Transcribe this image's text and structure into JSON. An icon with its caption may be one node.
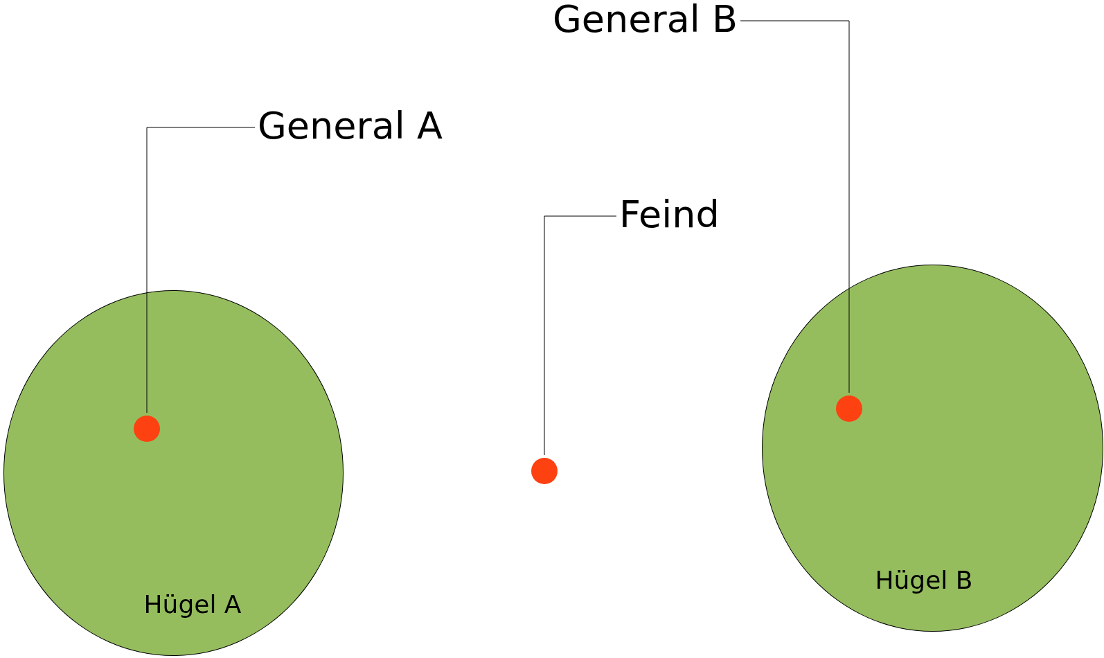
{
  "diagram": {
    "nodes": [
      {
        "text": [
          "Hügel A"
        ]
      },
      {
        "text": [],
        "shape": "circle",
        "in": 0
      },
      {
        "text": [
          "Hügel B"
        ]
      },
      {
        "text": [],
        "shape": "circle",
        "in": 2
      },
      {
        "text": [],
        "shape": "circle"
      },
      {
        "text": [
          "General A"
        ]
      },
      {
        "text": [
          "General B"
        ]
      },
      {
        "text": [
          "Feind"
        ]
      }
    ],
    "edges": [
      {
        "from": 5,
        "to": 1,
        "arrow": "none"
      },
      {
        "from": 6,
        "to": 3,
        "arrow": "none"
      },
      {
        "from": 7,
        "to": 4,
        "arrow": "none"
      }
    ]
  }
}
